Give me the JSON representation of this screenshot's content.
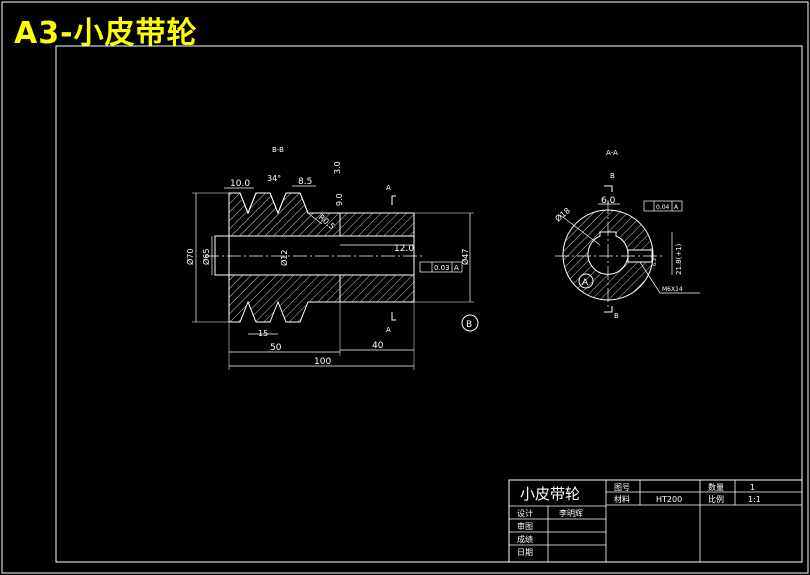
{
  "sheet": {
    "title": "A3-小皮带轮"
  },
  "main_view": {
    "section_label": "B-B",
    "dims": {
      "groove_top": "10.0",
      "groove_angle": "34°",
      "groove_width": "8.5",
      "groove_depth": "3.0",
      "hub_depth": "9.0",
      "r_label": "R0.5",
      "od": "Ø70",
      "pitch": "Ø65",
      "bore": "Ø12",
      "bore_len": "12.0",
      "hub_d": "Ø47",
      "pitch_spacing": "15",
      "len_pulley": "50",
      "len_hub": "40",
      "len_total": "100",
      "tol_value": "0.03",
      "tol_datum": "A",
      "section_marker": "A",
      "datum_b": "B"
    }
  },
  "section_view": {
    "label": "A-A",
    "dims": {
      "key_width": "6.0",
      "dia": "Ø18",
      "sym_tol": "0.04",
      "sym_datum": "A",
      "key_depth": "21.8(+1)",
      "thread": "M6X14",
      "datum": "A",
      "section_marker": "B",
      "small_note": "6.3"
    }
  },
  "title_block": {
    "part_name": "小皮带轮",
    "drawing_no_label": "图号",
    "material_label": "材料",
    "material_value": "HT200",
    "qty_label": "数量",
    "qty_value": "1",
    "scale_label": "比例",
    "scale_value": "1:1",
    "design_label": "设计",
    "designer": "李明辉",
    "review_label": "审图",
    "result_label": "成绩",
    "date_label": "日期"
  },
  "colors": {
    "background": "#000000",
    "outline": "#ffffff",
    "dimension": "#ffffff",
    "hatch": "#ffffff",
    "title": "#ffff00"
  }
}
